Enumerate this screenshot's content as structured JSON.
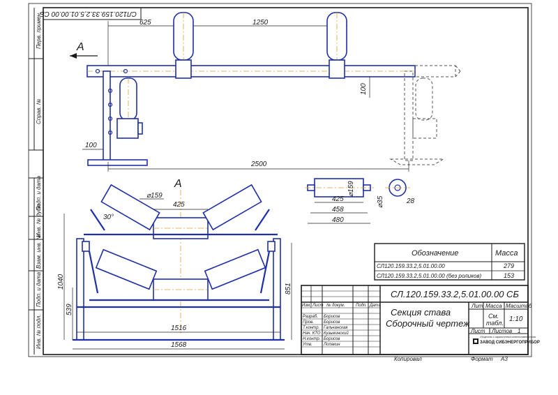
{
  "stamp_top": "СЛ120.159.33.2,5.01.00.00 СБ",
  "left_margin": {
    "perv_primen": "Перв. примен.",
    "sprav_no": "Справ. №",
    "podp_data_1": "Подп. и дата",
    "inv_dubl": "Инв. № дубл.",
    "vzam_inv": "Взам. инв. №",
    "podp_data_2": "Подп. и дата",
    "inv_podl": "Инв. № подл."
  },
  "top_view": {
    "section_letter": "А",
    "dim_625": "625",
    "dim_1250": "1250",
    "dim_100_vertical": "100",
    "dim_100": "100",
    "dim_2500": "2500"
  },
  "section_view": {
    "section_letter": "А",
    "dim_d159": "⌀159",
    "dim_30deg": "30°",
    "dim_425": "425",
    "dim_1040": "1040",
    "dim_539": "539",
    "dim_851": "851",
    "dim_1516": "1516",
    "dim_1568": "1568"
  },
  "roller_view": {
    "dim_d159": "⌀159",
    "dim_425": "425",
    "dim_458": "458",
    "dim_480": "480",
    "dim_d35": "⌀35",
    "dim_28": "28"
  },
  "mass_table": {
    "header_designation": "Обозначение",
    "header_mass": "Масса",
    "rows": [
      {
        "designation": "СЛ120.159.33.2,5.01.00.00",
        "mass": "279"
      },
      {
        "designation": "СЛ120.159.33.2,5.01.00.00 (без роликов)",
        "mass": "153"
      }
    ]
  },
  "title_block": {
    "doc_code": "СЛ.120.159.33.2,5.01.00.00 СБ",
    "name_line1": "Секция става",
    "name_line2": "Сборочный чертеж",
    "col_izm": "Изм.",
    "col_list": "Лист",
    "col_docnum": "№ докум.",
    "col_podp": "Подп.",
    "col_data": "Дата",
    "lit_label": "Лит.",
    "mass_label": "Масса",
    "scale_label": "Масштаб",
    "mass_value_line1": "См.",
    "mass_value_line2": "табл.",
    "scale_value": "1:10",
    "sheet_label": "Лист",
    "sheets_label": "Листов",
    "sheets_value": "1",
    "roles": [
      {
        "role": "Разраб.",
        "name": "Борисов"
      },
      {
        "role": "Пров.",
        "name": "Борисов"
      },
      {
        "role": "Т.контр.",
        "name": "Гальчанская"
      },
      {
        "role": "Нач. КТО",
        "name": "Кузьминский"
      },
      {
        "role": "Н.контр.",
        "name": "Борисов"
      },
      {
        "role": "Утв.",
        "name": "Лопакин"
      }
    ],
    "company": "ЗАВОД СИБЭНЕРГОПРИБОР",
    "company_small": "Общество с ограниченной ответственностью"
  },
  "footer": {
    "copied": "Копировал",
    "format_label": "Формат",
    "format_value": "А3"
  }
}
